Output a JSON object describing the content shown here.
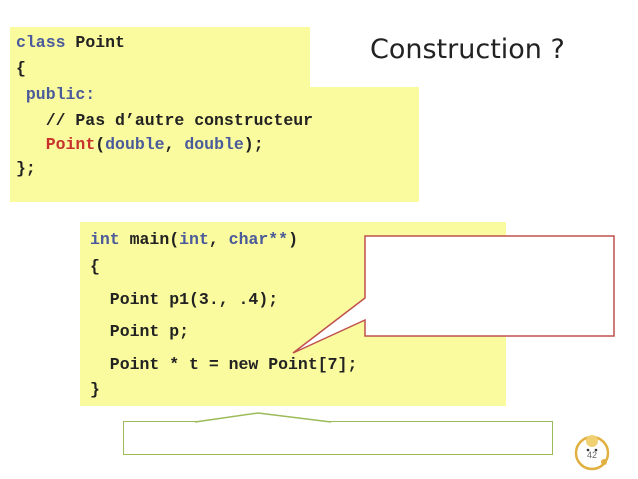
{
  "title": "Construction ?",
  "class_code": {
    "lines": [
      [
        {
          "t": "class ",
          "c": "kw"
        },
        {
          "t": "Point",
          "c": "cm"
        }
      ],
      [
        {
          "t": "{",
          "c": "cm"
        }
      ],
      [
        {
          "t": " public:",
          "c": "kw"
        }
      ],
      [
        {
          "t": "   // Pas d’autre constructeur",
          "c": "cm"
        }
      ],
      [
        {
          "t": "   ",
          "c": "cm"
        },
        {
          "t": "Point",
          "c": "fn"
        },
        {
          "t": "(",
          "c": "cm"
        },
        {
          "t": "double",
          "c": "kw"
        },
        {
          "t": ", ",
          "c": "cm"
        },
        {
          "t": "double",
          "c": "kw"
        },
        {
          "t": ");",
          "c": "cm"
        }
      ],
      [
        {
          "t": "};",
          "c": "cm"
        }
      ]
    ]
  },
  "main_code": {
    "lines": [
      [
        {
          "t": "int",
          "c": "kw"
        },
        {
          "t": " main(",
          "c": "cm"
        },
        {
          "t": "int",
          "c": "kw"
        },
        {
          "t": ", ",
          "c": "cm"
        },
        {
          "t": "char**",
          "c": "kw"
        },
        {
          "t": ")",
          "c": "cm"
        }
      ],
      [
        {
          "t": "{",
          "c": "cm"
        }
      ],
      [
        {
          "t": "  Point p1(3., .4);",
          "c": "cm"
        }
      ],
      [
        {
          "t": "  Point p;",
          "c": "cm"
        }
      ],
      [
        {
          "t": "  Point * t = new Point[7];",
          "c": "cm"
        }
      ],
      [
        {
          "t": "}",
          "c": "cm"
        }
      ]
    ]
  },
  "colors": {
    "code_background": "#fafa9e",
    "keyword": "#4a5a9a",
    "function": "#c8322d",
    "callout_border": "#c0504d",
    "bottom_box_border": "#9bbb59"
  },
  "slide_number": "42"
}
